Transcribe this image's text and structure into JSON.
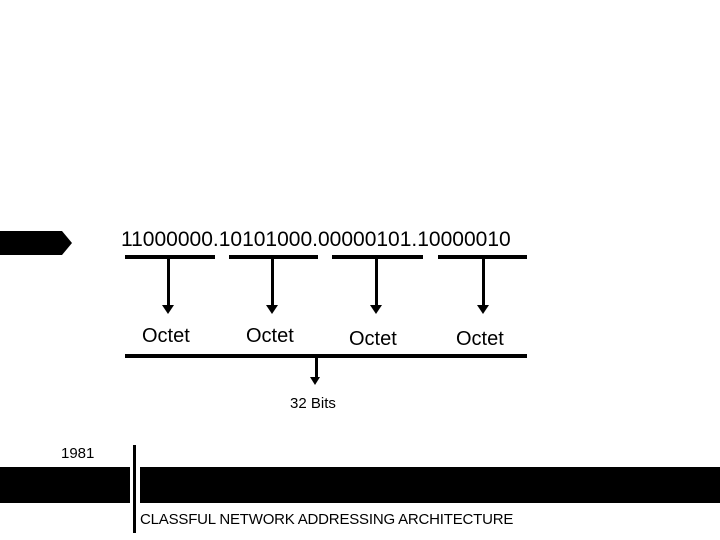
{
  "diagram": {
    "binary_address": "11000000.10101000.00000101.10000010",
    "octets": [
      {
        "label": "Octet"
      },
      {
        "label": "Octet"
      },
      {
        "label": "Octet"
      },
      {
        "label": "Octet"
      }
    ],
    "total_label": "32 Bits"
  },
  "timeline": {
    "year": "1981",
    "title": "CLASSFUL NETWORK ADDRESSING ARCHITECTURE"
  }
}
